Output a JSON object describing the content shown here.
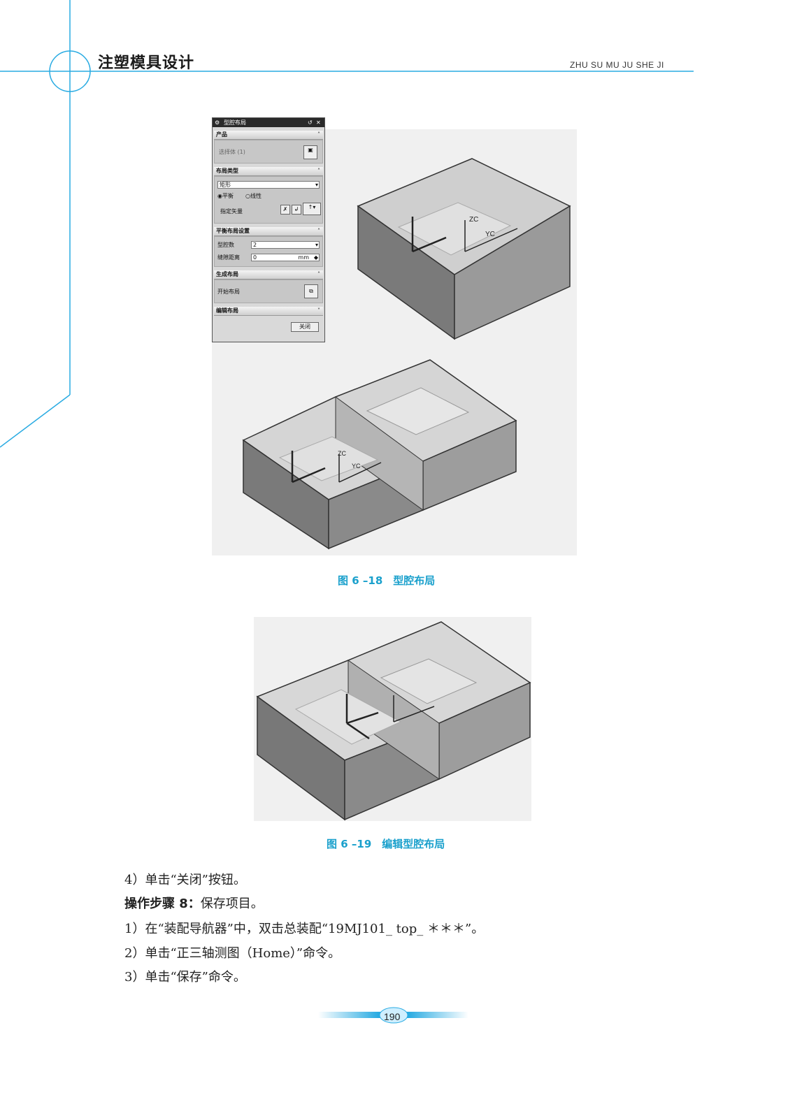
{
  "header": {
    "book_title": "注塑模具设计",
    "pinyin": "ZHU SU MU JU SHE JI"
  },
  "dialog": {
    "title": "型腔布局",
    "sections": {
      "product": "产品",
      "layout_type": "布局类型",
      "balanced": "平衡布局设置",
      "generate": "生成布局",
      "edit": "编辑布局"
    },
    "select_body": "选择体 (1)",
    "type_value": "矩形",
    "radio_balanced": "平衡",
    "radio_linear": "线性",
    "specify_vector": "指定矢量",
    "cavity_count_label": "型腔数",
    "cavity_count_value": "2",
    "gap_label": "缝隙距离",
    "gap_value": "0",
    "gap_unit": "mm",
    "start_layout": "开始布局",
    "close_button": "关闭"
  },
  "figures": {
    "fig1_caption": "图 6 –18　型腔布局",
    "fig2_caption": "图 6 –19　编辑型腔布局",
    "axis_zc": "ZC",
    "axis_yc": "YC"
  },
  "body": {
    "p1": "4）单击“关闭”按钮。",
    "p2_lead": "操作步骤 8：",
    "p2_rest": "保存项目。",
    "p3": "1）在“装配导航器”中，双击总装配“19MJ101_ top_ ＊＊＊”。",
    "p4": "2）单击“正三轴测图（Home）”命令。",
    "p5": "3）单击“保存”命令。"
  },
  "page_number": "190",
  "colors": {
    "accent": "#1aa0cc",
    "header_rule": "#29abe2"
  }
}
